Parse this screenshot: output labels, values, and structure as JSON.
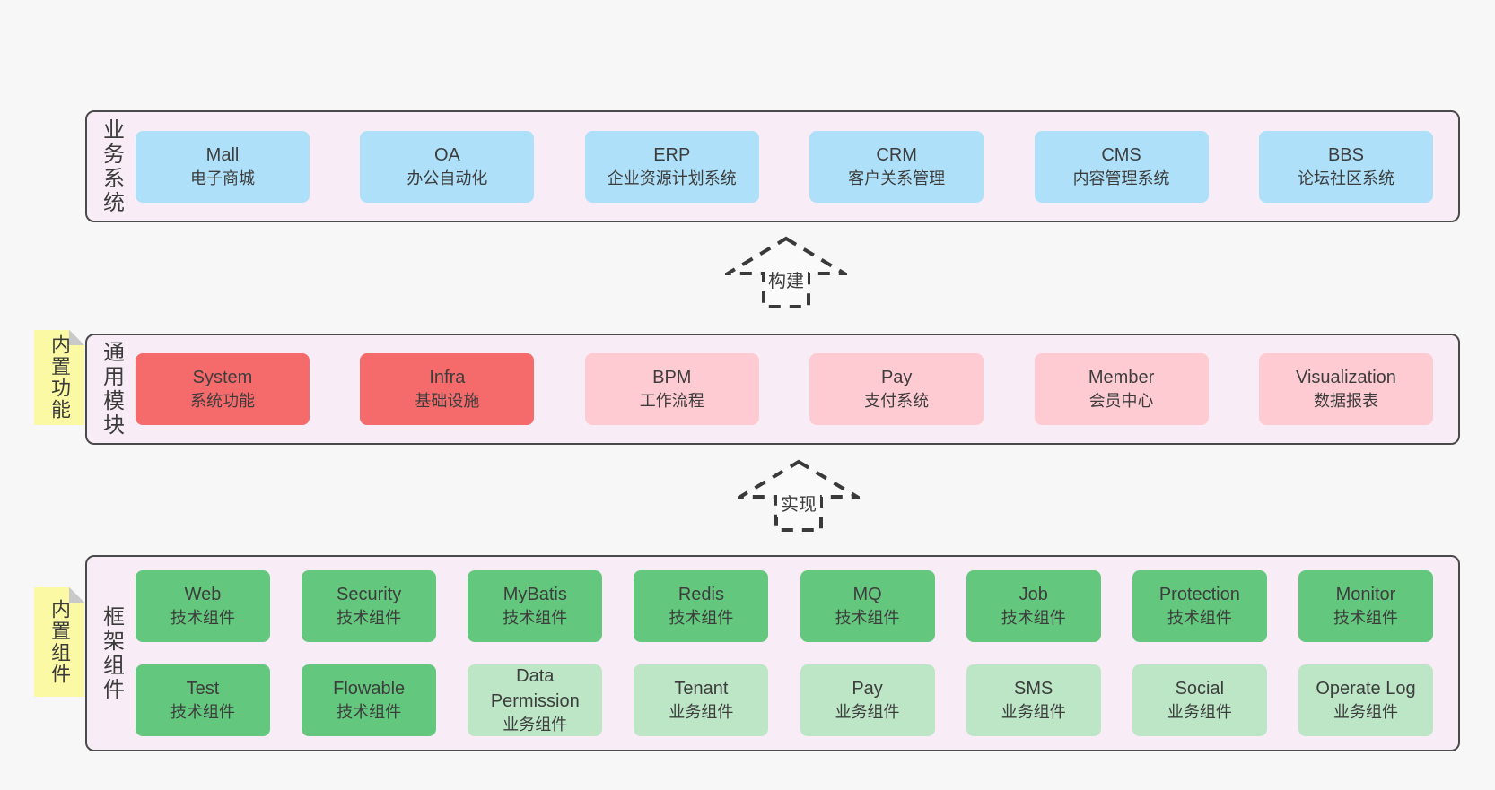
{
  "colors": {
    "page_bg": "#f7f7f7",
    "band_bg": "#f8edf6",
    "band_border": "#4a4a4a",
    "box_blue": "#aee1f9",
    "box_red": "#f56b6b",
    "box_pink": "#ffcbd3",
    "box_green": "#63c87d",
    "box_light_green": "#bce6c6",
    "sticky_yellow": "#fcf9a4",
    "text": "#3d3d3d"
  },
  "arrows": [
    {
      "label": "构建"
    },
    {
      "label": "实现"
    }
  ],
  "bands": [
    {
      "label": "业务系统",
      "rows": [
        [
          {
            "name": "Mall",
            "desc": "电子商城"
          },
          {
            "name": "OA",
            "desc": "办公自动化"
          },
          {
            "name": "ERP",
            "desc": "企业资源计划系统"
          },
          {
            "name": "CRM",
            "desc": "客户关系管理"
          },
          {
            "name": "CMS",
            "desc": "内容管理系统"
          },
          {
            "name": "BBS",
            "desc": "论坛社区系统"
          }
        ]
      ]
    },
    {
      "label": "通用模块",
      "sticky": "内置功能",
      "rows": [
        [
          {
            "name": "System",
            "desc": "系统功能"
          },
          {
            "name": "Infra",
            "desc": "基础设施"
          },
          {
            "name": "BPM",
            "desc": "工作流程"
          },
          {
            "name": "Pay",
            "desc": "支付系统"
          },
          {
            "name": "Member",
            "desc": "会员中心"
          },
          {
            "name": "Visualization",
            "desc": "数据报表"
          }
        ]
      ]
    },
    {
      "label": "框架组件",
      "sticky": "内置组件",
      "rows": [
        [
          {
            "name": "Web",
            "desc": "技术组件"
          },
          {
            "name": "Security",
            "desc": "技术组件"
          },
          {
            "name": "MyBatis",
            "desc": "技术组件"
          },
          {
            "name": "Redis",
            "desc": "技术组件"
          },
          {
            "name": "MQ",
            "desc": "技术组件"
          },
          {
            "name": "Job",
            "desc": "技术组件"
          },
          {
            "name": "Protection",
            "desc": "技术组件"
          },
          {
            "name": "Monitor",
            "desc": "技术组件"
          }
        ],
        [
          {
            "name": "Test",
            "desc": "技术组件"
          },
          {
            "name": "Flowable",
            "desc": "技术组件"
          },
          {
            "name": "Data Permission",
            "desc": "业务组件"
          },
          {
            "name": "Tenant",
            "desc": "业务组件"
          },
          {
            "name": "Pay",
            "desc": "业务组件"
          },
          {
            "name": "SMS",
            "desc": "业务组件"
          },
          {
            "name": "Social",
            "desc": "业务组件"
          },
          {
            "name": "Operate Log",
            "desc": "业务组件"
          }
        ]
      ]
    }
  ]
}
